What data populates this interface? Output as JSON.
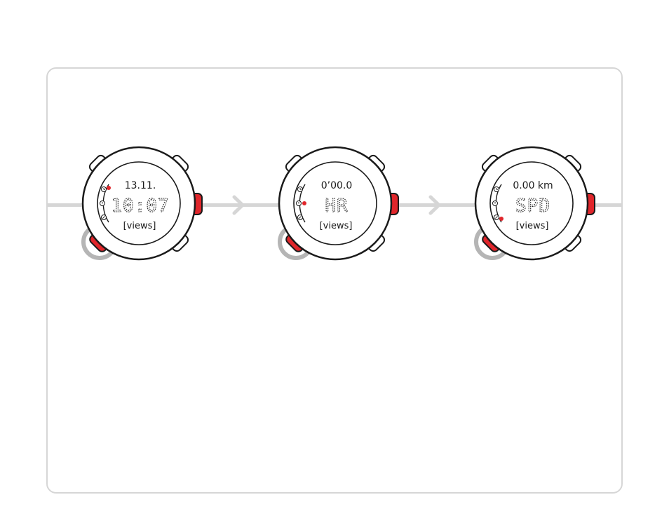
{
  "colors": {
    "frame": "#d6d6d6",
    "track": "#d6d6d6",
    "outline": "#1a1a1a",
    "accent_red": "#e0262b",
    "grey_button": "#b5b5b5"
  },
  "watches": [
    {
      "line1": "13.11.",
      "line2": "10:07",
      "line3": "[views]",
      "active_indicator": 0
    },
    {
      "line1": "0’00.0",
      "line2": "HR",
      "line3": "[views]",
      "active_indicator": 1
    },
    {
      "line1": "0.00 km",
      "line2": "SPD",
      "line3": "[views]",
      "active_indicator": 2
    }
  ],
  "icons": {
    "indicator_icons": [
      "clock-icon",
      "stopwatch-icon",
      "compass-icon"
    ],
    "flow": "chevron-right-icon"
  }
}
